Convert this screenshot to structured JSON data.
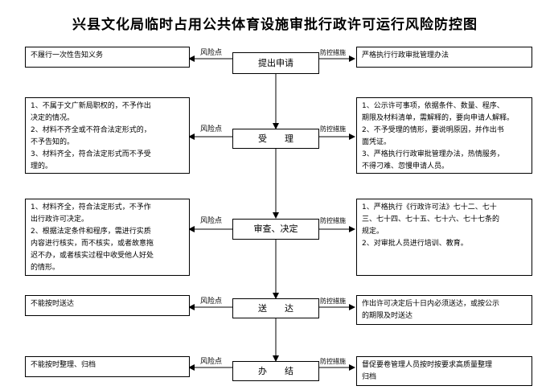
{
  "title": "兴县文化局临时占用公共体育设施审批行政许可运行风险防控图",
  "labels": {
    "risk": "风险点",
    "control": "防控措施"
  },
  "steps": [
    {
      "name": "提出申请",
      "risk": [
        "不履行一次性告知义务"
      ],
      "control": [
        "严格执行行政审批管理办法"
      ]
    },
    {
      "name": "受　　理",
      "risk": [
        "1、不属于文广新局职权的，不予作出",
        "决定的情况。",
        "2、材料不齐全或不符合法定形式的，",
        "不予告知的。",
        "3、材料齐全，符合法定形式而不予受",
        "理的。"
      ],
      "control": [
        "1、公示许可事项，依据条件、数量、程序、",
        "期限及材料清单，需解释的，要向申请人解释。",
        "2、不予受理的情形，要说明原因，并作出书",
        "面凭证。",
        "3、严格执行行政审批管理办法，热情服务，",
        "不得刁难、忽慢申请人员。"
      ]
    },
    {
      "name": "审查、决定",
      "risk": [
        "1、材料齐全，符合法定形式，不予作",
        "出行政许可决定。",
        "2、根据法定条件和程序，需进行实质",
        "内容进行核实，而不核实，或者故意拖",
        "迟不办，或者核实过程中收受他人好处",
        "的情形。"
      ],
      "control": [
        "1、严格执行《行政许可法》七十二、七十",
        "三、七十四、七十五、七十六、七十七条的",
        "规定。",
        "2、对审批人员进行培训、教育。"
      ]
    },
    {
      "name": "送　　达",
      "risk": [
        "不能按时送达"
      ],
      "control": [
        "作出许可决定后十日内必须送达，或按公示",
        "的期限及时送达"
      ]
    },
    {
      "name": "办　　结",
      "risk": [
        "不能按时整理、归档"
      ],
      "control": [
        "督促要卷管理人员按时按要求高质量整理",
        "归档"
      ]
    }
  ]
}
